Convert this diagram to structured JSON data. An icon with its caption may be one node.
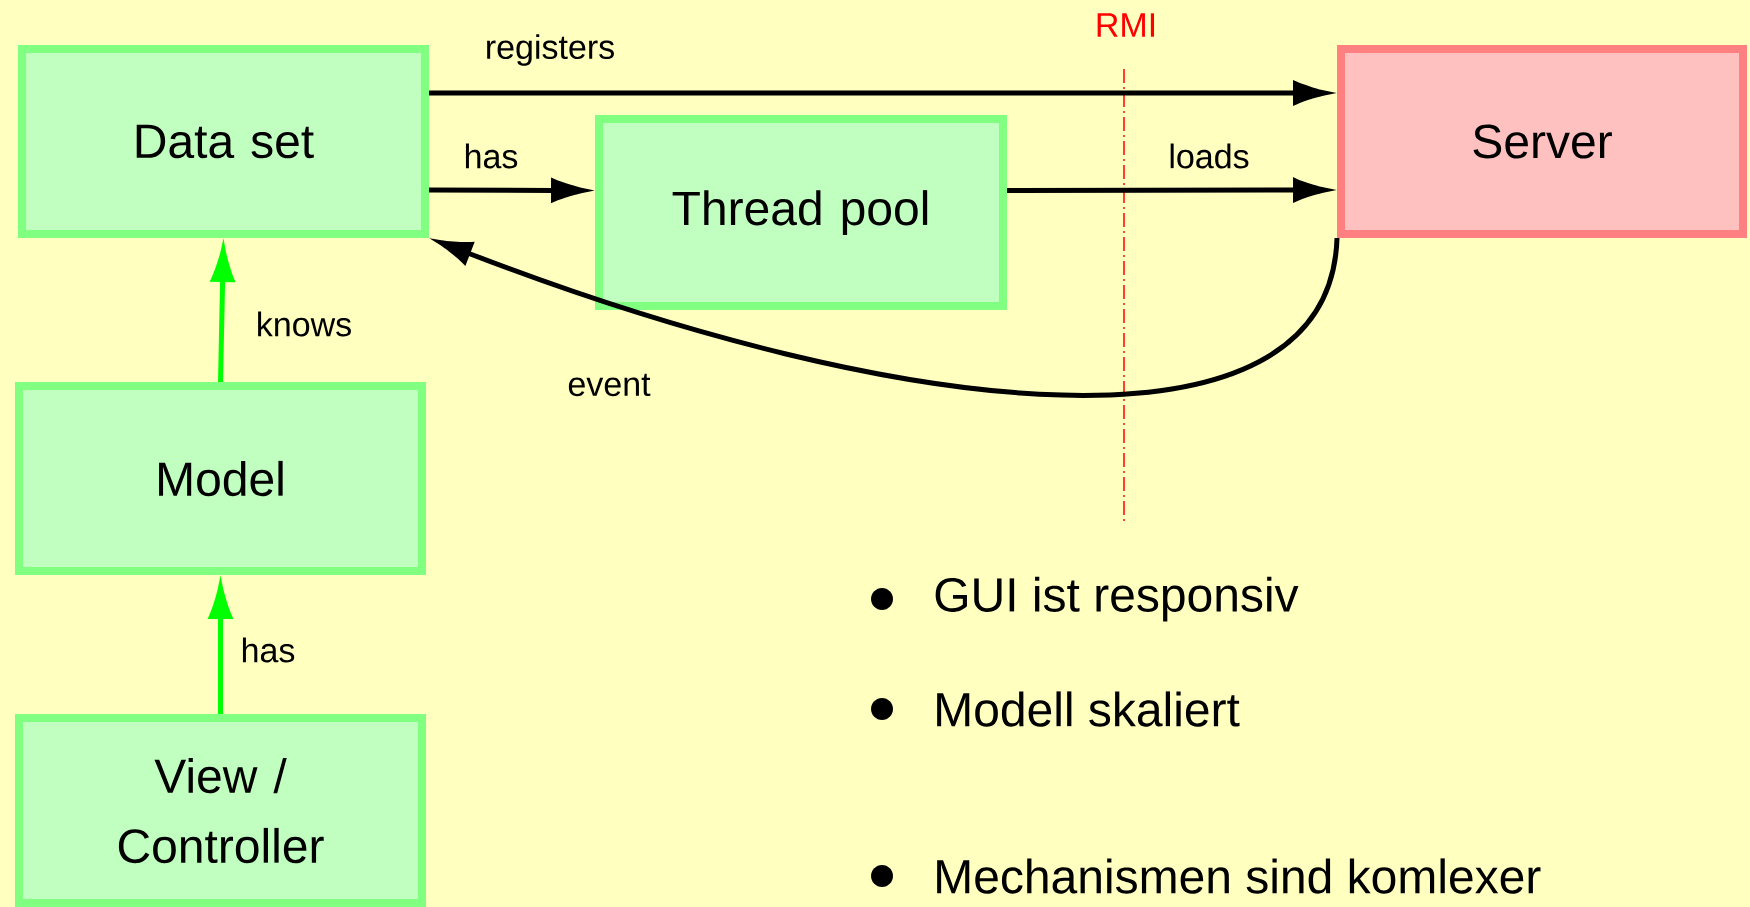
{
  "diagram": {
    "nodes": [
      {
        "text": [
          "Data set"
        ]
      },
      {
        "text": [
          "Thread pool"
        ]
      },
      {
        "text": [
          "Server"
        ]
      },
      {
        "text": [
          "Model"
        ]
      },
      {
        "text": [
          "View / Controller"
        ]
      }
    ],
    "edges": [
      {
        "from": 0,
        "to": 2,
        "arrow": "to",
        "label": "registers"
      },
      {
        "from": 0,
        "to": 1,
        "arrow": "to",
        "label": "has"
      },
      {
        "from": 1,
        "to": 2,
        "arrow": "to",
        "label": "loads"
      },
      {
        "from": 2,
        "to": 0,
        "arrow": "to",
        "label": "event"
      },
      {
        "from": 3,
        "to": 0,
        "arrow": "to",
        "label": "knows",
        "color": "#00ff00"
      },
      {
        "from": 4,
        "to": 3,
        "arrow": "to",
        "label": "has",
        "color": "#00ff00"
      }
    ],
    "labels": [
      "RMI",
      "GUI ist responsiv",
      "Modell skaliert",
      "Mechanismen sind komlexer"
    ]
  }
}
